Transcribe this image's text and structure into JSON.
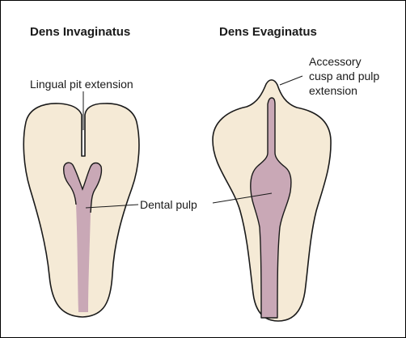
{
  "titles": {
    "left": "Dens Invaginatus",
    "right": "Dens Evaginatus"
  },
  "labels": {
    "lingual_pit": "Lingual pit extension",
    "accessory_line1": "Accessory",
    "accessory_line2": "cusp and pulp",
    "accessory_line3": "extension",
    "dental_pulp": "Dental pulp"
  },
  "colors": {
    "tooth": "#f5ead6",
    "pulp": "#c9a8b6",
    "outline": "#1a1a1a"
  }
}
